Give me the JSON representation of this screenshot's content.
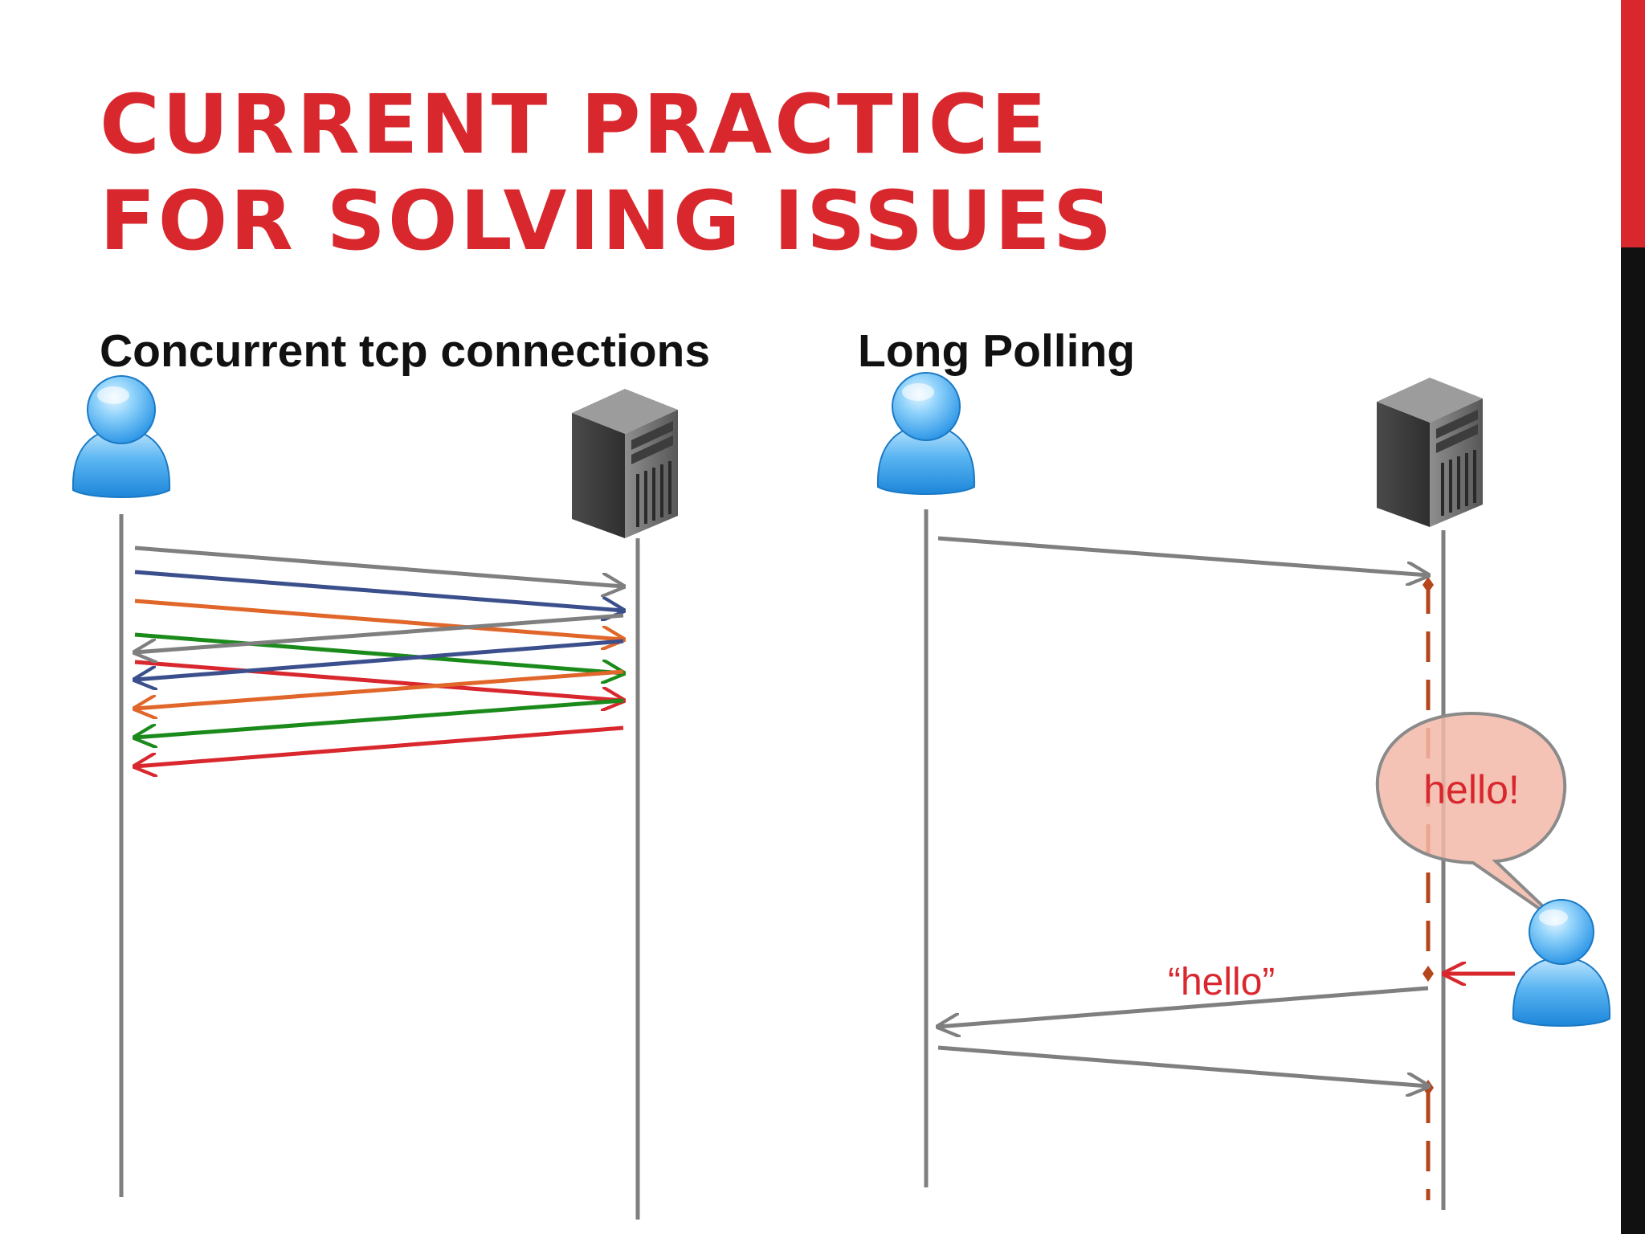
{
  "slide": {
    "title_line1": "CURRENT PRACTICE",
    "title_line2": "FOR SOLVING ISSUES"
  },
  "left_panel": {
    "heading": "Concurrent tcp connections"
  },
  "right_panel": {
    "heading": "Long Polling",
    "bubble_text": "hello!",
    "message_label": "“hello”"
  },
  "icons": [
    "user-icon",
    "server-icon",
    "speech-bubble-icon"
  ],
  "colors": {
    "accent": "#d9272e",
    "lifeline": "#7f7f7f",
    "arrow_gray": "#7f7f7f",
    "arrow_blue": "#3b4f8c",
    "arrow_orange": "#e0662a",
    "arrow_green": "#1a8a1a",
    "arrow_red": "#d9272e",
    "wait_dashed": "#b5451b",
    "bubble_fill": "#f2b8a8"
  }
}
